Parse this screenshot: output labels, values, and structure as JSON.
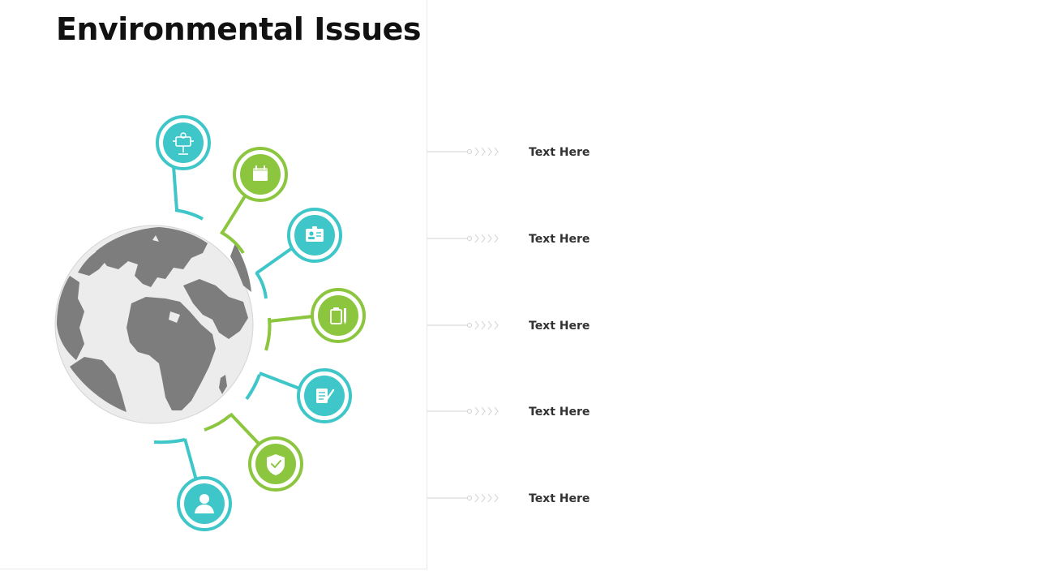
{
  "slide": {
    "title": "Environmental Issues"
  },
  "colors": {
    "teal": "#3ec6c8",
    "green": "#8cc63f",
    "globe_land": "#7d7d7d",
    "globe_ocean": "#ececec",
    "connector": "#d0d0d0"
  },
  "icons": [
    {
      "name": "camera-tripod-icon",
      "color": "teal"
    },
    {
      "name": "calendar-icon",
      "color": "green"
    },
    {
      "name": "id-card-icon",
      "color": "teal"
    },
    {
      "name": "clipboard-pencil-icon",
      "color": "green"
    },
    {
      "name": "checklist-pen-icon",
      "color": "teal"
    },
    {
      "name": "shield-check-icon",
      "color": "green"
    },
    {
      "name": "user-icon",
      "color": "teal"
    }
  ],
  "rows": [
    {
      "label": "Text Here"
    },
    {
      "label": "Text Here"
    },
    {
      "label": "Text Here"
    },
    {
      "label": "Text Here"
    },
    {
      "label": "Text Here"
    }
  ]
}
